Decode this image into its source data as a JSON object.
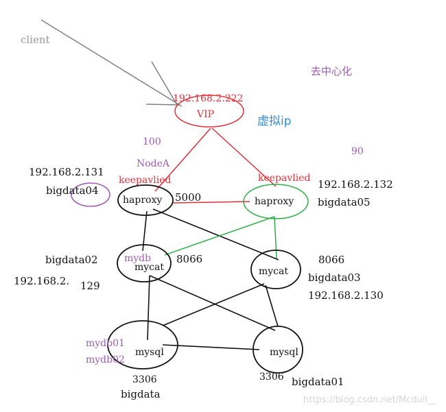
{
  "colors": {
    "gray": "#808080",
    "red": "#e0303a",
    "green": "#2fae4a",
    "purple": "#a05ab4",
    "black": "#111111",
    "blue": "#2b8fe0",
    "watermark": "#d6d6d6"
  },
  "labels": {
    "client": "client",
    "decentralize": "去中心化",
    "vip_ip": "192.168.2.222",
    "vip": "VIP",
    "virtual_ip": "虚拟ip",
    "priority_a": "100",
    "priority_b": "90",
    "node_a": "NodeA",
    "keepalived_a": "keepavlied",
    "keepalived_b": "keepavlied",
    "ip_131": "192.168.2.131",
    "host_04": "bigdata04",
    "ip_132": "192.168.2.132",
    "host_05": "bigdata05",
    "haproxy_a": "haproxy",
    "haproxy_b": "haproxy",
    "port_5000": "5000",
    "host_02": "bigdata02",
    "ip_129_prefix": "192.168.2.",
    "ip_129_suffix": "129",
    "mydb": "mydb",
    "mycat_a": "mycat",
    "mycat_b": "mycat",
    "port_8066_a": "8066",
    "port_8066_b": "8066",
    "host_03": "bigdata03",
    "ip_130": "192.168.2.130",
    "mydb01": "mydb01",
    "mydb02": "mydb02",
    "mysql_a": "mysql",
    "mysql_b": "mysql",
    "port_3306_a": "3306",
    "port_3306_b": "3306",
    "host_bigdata": "bigdata",
    "host_01": "bigdata01",
    "watermark": "https://blog.csdn.net/Mcdull__"
  }
}
